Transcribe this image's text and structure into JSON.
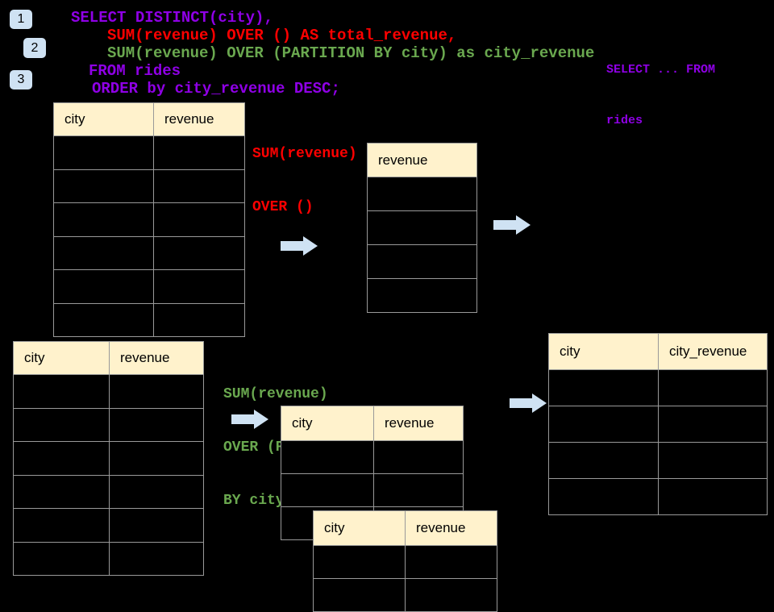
{
  "slide": {
    "background": "#000000"
  },
  "colors": {
    "purple": "#8f00e6",
    "red": "#ff0000",
    "green": "#6aa84f",
    "badge_bg": "#cfe2f3",
    "arrow_fill": "#cfe2f3",
    "table_header_bg": "#fff2cc",
    "table_border": "#999999"
  },
  "badges": [
    {
      "label": "1"
    },
    {
      "label": "2"
    },
    {
      "label": "3"
    }
  ],
  "sql": {
    "lines": [
      {
        "text": "SELECT DISTINCT(city),",
        "color": "purple"
      },
      {
        "text": "SUM(revenue) OVER () AS total_revenue,",
        "color": "red"
      },
      {
        "text": "SUM(revenue) OVER (PARTITION BY city) as city_revenue",
        "color": "green"
      },
      {
        "text": "FROM rides",
        "color": "purple"
      },
      {
        "text": "ORDER by city_revenue DESC;",
        "color": "purple"
      }
    ]
  },
  "side_note": {
    "lines": [
      "SELECT ... FROM",
      "rides"
    ],
    "color": "purple"
  },
  "annotations": {
    "total_revenue": {
      "lines": [
        "SUM(revenue)",
        "OVER ()"
      ],
      "color": "red"
    },
    "partition": {
      "lines": [
        "SUM(revenue)",
        "OVER (PARTITION",
        "BY city)"
      ],
      "color": "green"
    }
  },
  "icons": {
    "flow_arrow": "arrow-right-icon"
  },
  "tables": {
    "source_top": {
      "headers": [
        "city",
        "revenue"
      ],
      "empty_rows": 6
    },
    "total_result": {
      "headers": [
        "revenue"
      ],
      "empty_rows": 4
    },
    "source_bottom": {
      "headers": [
        "city",
        "revenue"
      ],
      "empty_rows": 6
    },
    "partition_step": {
      "headers": [
        "city",
        "revenue"
      ],
      "empty_rows": 3
    },
    "partition_overlay": {
      "headers": [
        "city",
        "revenue"
      ],
      "empty_rows": 2
    },
    "final_result": {
      "headers": [
        "city",
        "city_revenue"
      ],
      "empty_rows": 4
    }
  }
}
